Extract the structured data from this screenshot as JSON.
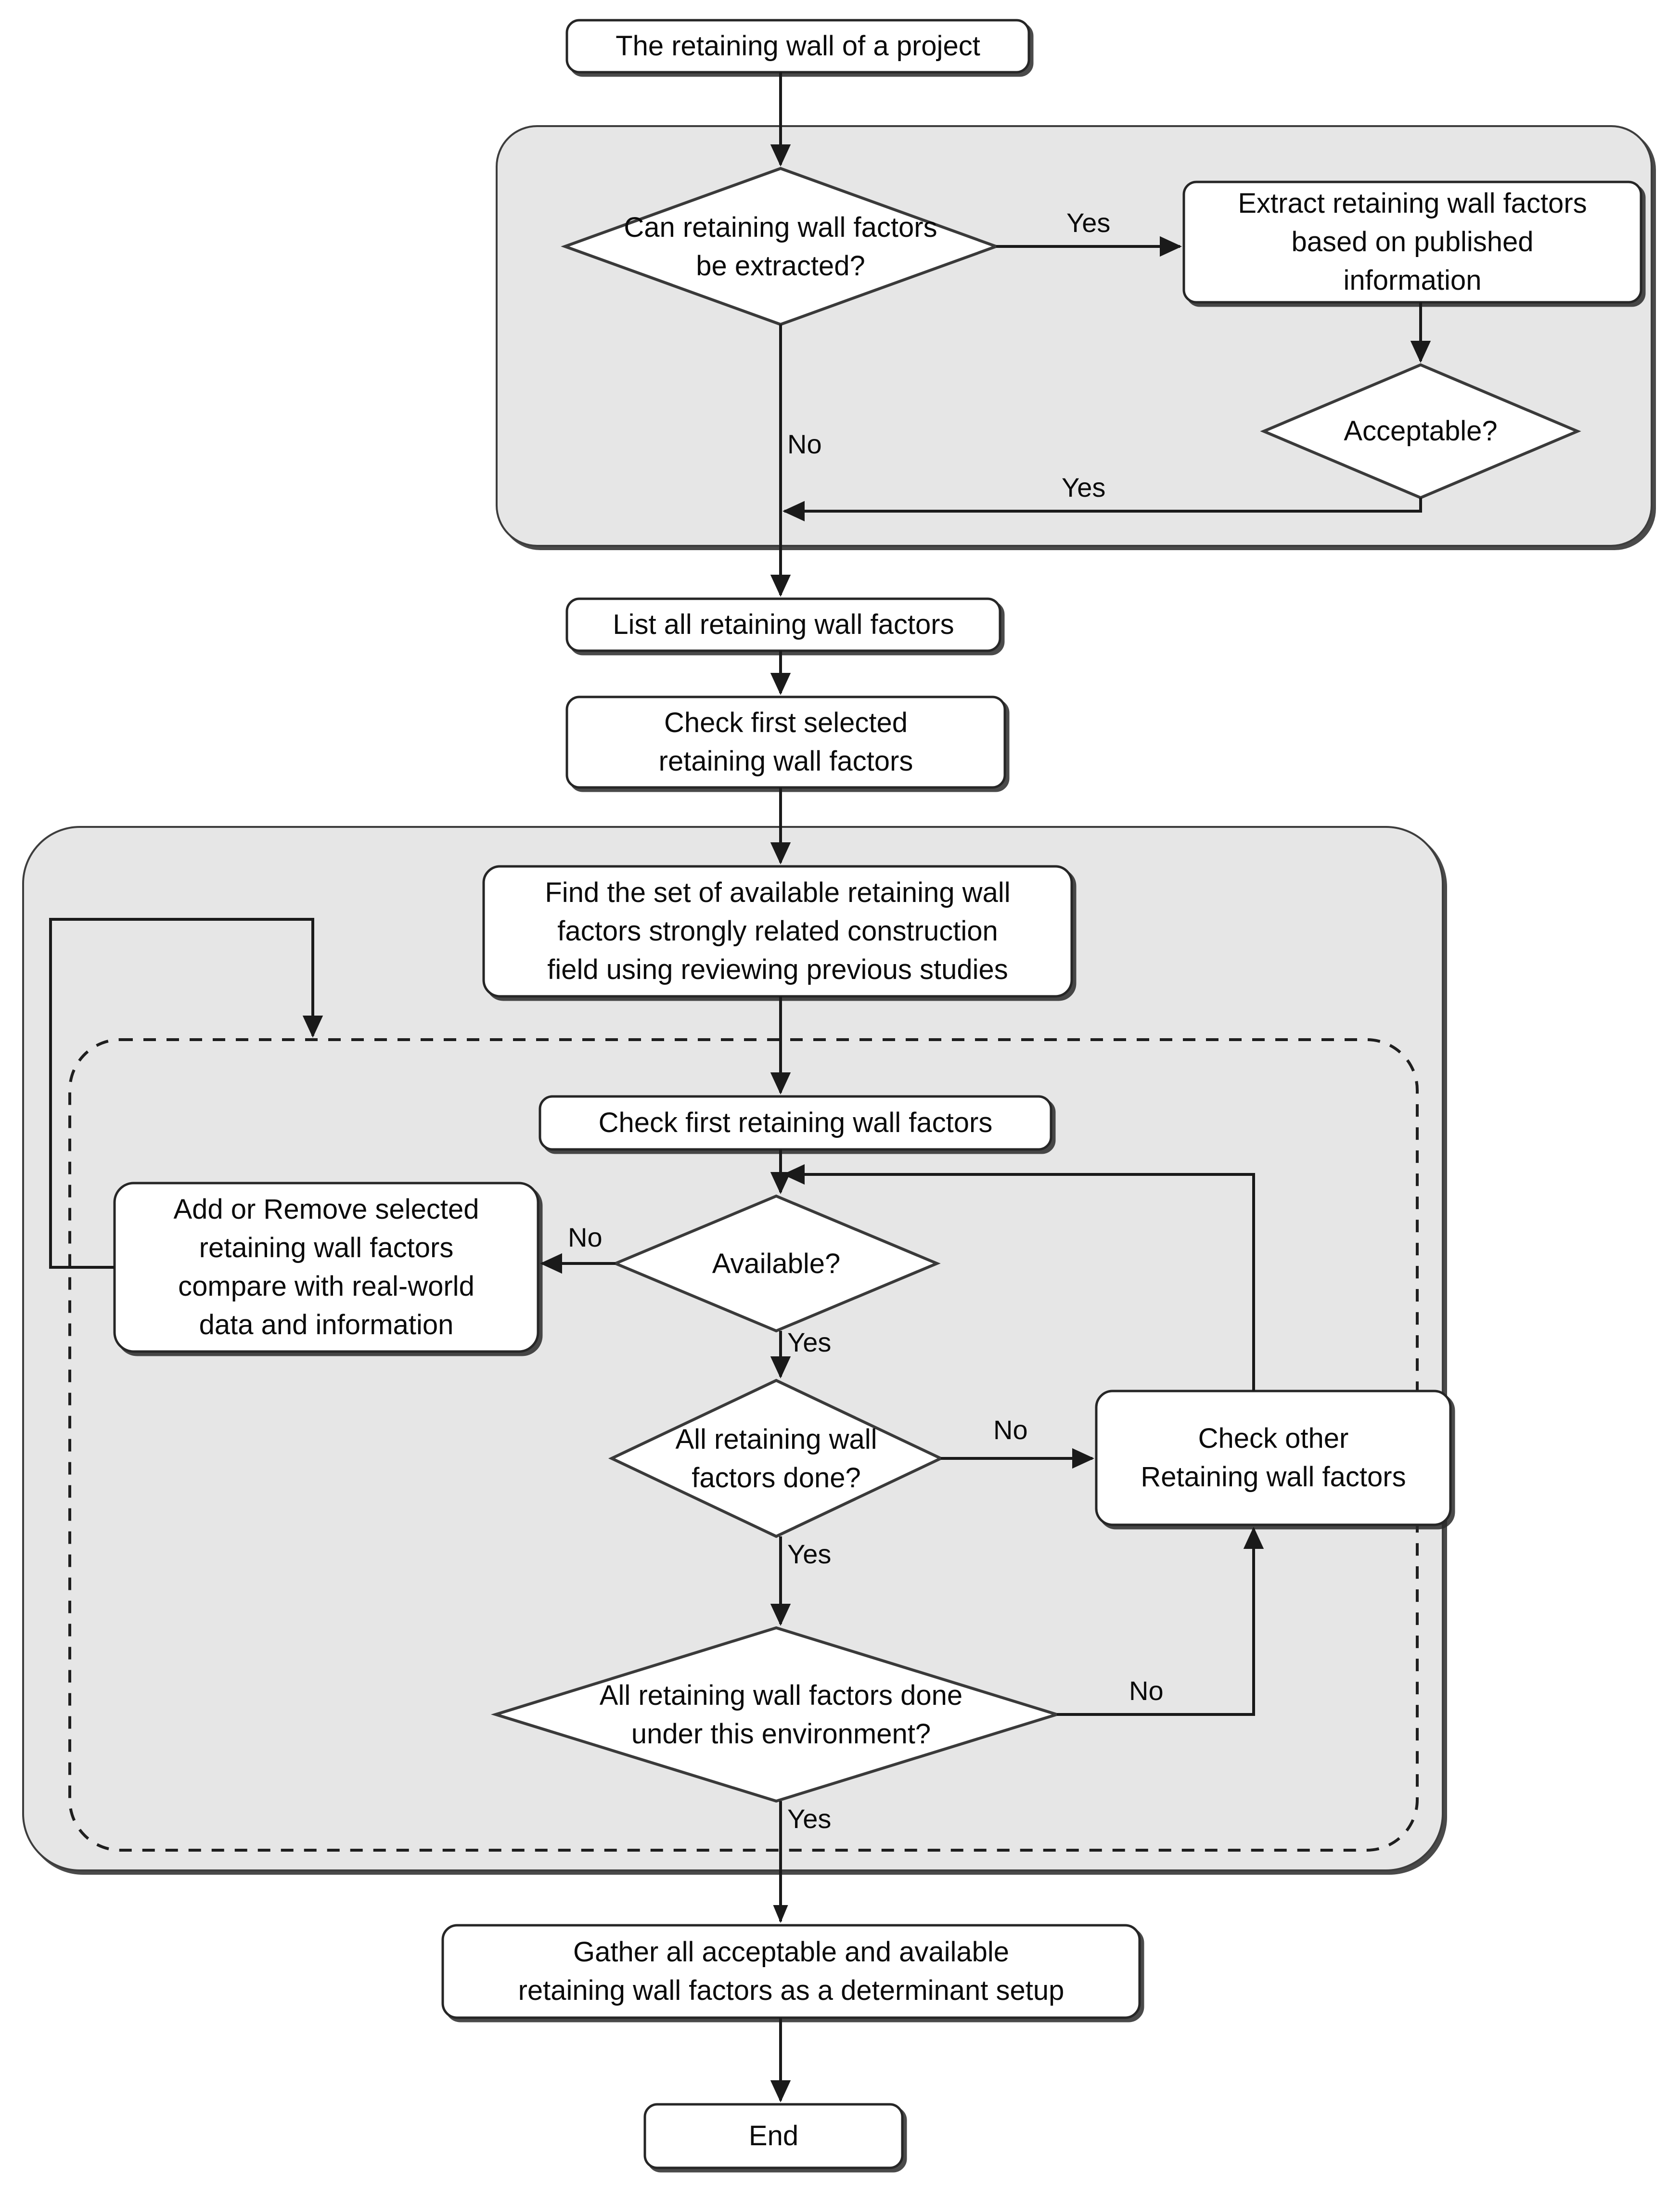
{
  "diagram": {
    "type": "flowchart",
    "title": "Retaining wall factors determination flowchart",
    "colors": {
      "group_fill": "#e6e6e6",
      "group_stroke": "#3c3c3c",
      "node_fill": "#ffffff",
      "node_stroke": "#262626",
      "text": "#0b0b0b",
      "edge": "#1a1a1a"
    },
    "groups": [
      {
        "id": "group-extraction",
        "style": "solid",
        "fill": "#e6e6e6"
      },
      {
        "id": "group-review",
        "style": "solid",
        "fill": "#e6e6e6"
      },
      {
        "id": "group-iteration",
        "style": "dashed",
        "fill": "none"
      }
    ],
    "nodes": [
      {
        "id": "start",
        "shape": "rounded-rect",
        "label": "The retaining wall of a project"
      },
      {
        "id": "can-extract",
        "shape": "diamond",
        "label": "Can retaining wall  factors\nbe extracted?"
      },
      {
        "id": "extract-published",
        "shape": "rounded-rect",
        "label": "Extract retaining wall factors\nbased on published\ninformation"
      },
      {
        "id": "acceptable",
        "shape": "diamond",
        "label": "Acceptable?"
      },
      {
        "id": "list-all",
        "shape": "rounded-rect",
        "label": "List all retaining wall factors"
      },
      {
        "id": "check-first-selected",
        "shape": "rounded-rect",
        "label": "Check first selected\nretaining wall factors"
      },
      {
        "id": "find-set",
        "shape": "rounded-rect",
        "label": "Find the set of available retaining wall\nfactors strongly related construction\nfield using reviewing previous studies"
      },
      {
        "id": "check-first",
        "shape": "rounded-rect",
        "label": "Check first retaining wall factors"
      },
      {
        "id": "add-remove",
        "shape": "rounded-rect",
        "label": "Add or Remove  selected\nretaining wall factors\ncompare with real-world\ndata and information"
      },
      {
        "id": "available",
        "shape": "diamond",
        "label": "Available?"
      },
      {
        "id": "all-done",
        "shape": "diamond",
        "label": "All retaining wall\nfactors done?"
      },
      {
        "id": "check-other",
        "shape": "rounded-rect",
        "label": "Check other\nRetaining wall factors"
      },
      {
        "id": "all-done-env",
        "shape": "diamond",
        "label": "All retaining wall factors done\nunder this environment?"
      },
      {
        "id": "gather",
        "shape": "rounded-rect",
        "label": "Gather all acceptable and available\nretaining wall factors as a determinant setup"
      },
      {
        "id": "end",
        "shape": "rounded-rect",
        "label": "End"
      }
    ],
    "edge_labels": {
      "can_extract_yes": "Yes",
      "can_extract_no": "No",
      "acceptable_yes": "Yes",
      "available_no": "No",
      "available_yes": "Yes",
      "all_done_no": "No",
      "all_done_yes": "Yes",
      "all_done_env_no": "No",
      "all_done_env_yes": "Yes"
    },
    "edges": [
      {
        "from": "start",
        "to": "can-extract",
        "label": ""
      },
      {
        "from": "can-extract",
        "to": "extract-published",
        "label": "Yes"
      },
      {
        "from": "can-extract",
        "to": "list-all",
        "label": "No"
      },
      {
        "from": "extract-published",
        "to": "acceptable",
        "label": ""
      },
      {
        "from": "acceptable",
        "to": "list-all",
        "label": "Yes"
      },
      {
        "from": "list-all",
        "to": "check-first-selected",
        "label": ""
      },
      {
        "from": "check-first-selected",
        "to": "find-set",
        "label": ""
      },
      {
        "from": "find-set",
        "to": "check-first",
        "label": ""
      },
      {
        "from": "check-first",
        "to": "available",
        "label": ""
      },
      {
        "from": "available",
        "to": "add-remove",
        "label": "No"
      },
      {
        "from": "available",
        "to": "all-done",
        "label": "Yes"
      },
      {
        "from": "add-remove",
        "to": "group-iteration",
        "label": ""
      },
      {
        "from": "all-done",
        "to": "check-other",
        "label": "No"
      },
      {
        "from": "check-other",
        "to": "available",
        "label": ""
      },
      {
        "from": "all-done",
        "to": "all-done-env",
        "label": "Yes"
      },
      {
        "from": "all-done-env",
        "to": "check-other",
        "label": "No"
      },
      {
        "from": "all-done-env",
        "to": "gather",
        "label": "Yes"
      },
      {
        "from": "gather",
        "to": "end",
        "label": ""
      }
    ]
  }
}
